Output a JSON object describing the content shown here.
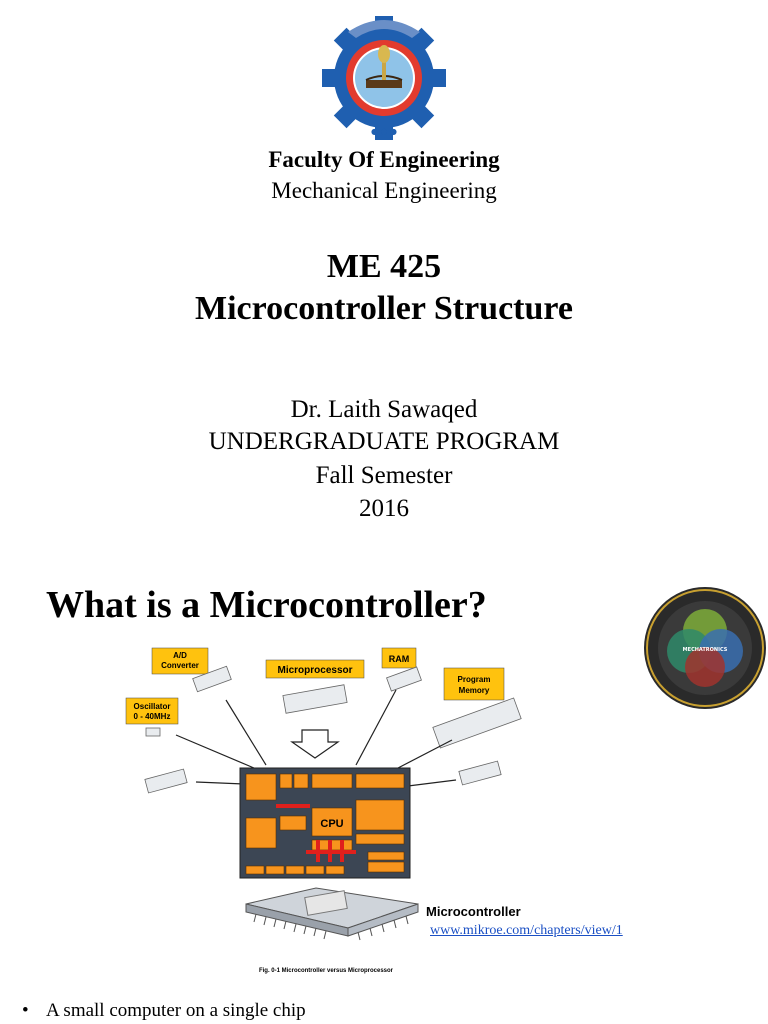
{
  "header": {
    "faculty": "Faculty Of Engineering",
    "department": "Mechanical Engineering"
  },
  "course": {
    "code": "ME 425",
    "title": "Microcontroller Structure"
  },
  "info": {
    "instructor": "Dr. Laith Sawaqed",
    "program": "UNDERGRADUATE PROGRAM",
    "semester": "Fall Semester",
    "year": "2016"
  },
  "slide": {
    "title": "What is a Microcontroller?",
    "source_link": "www.mikroe.com/chapters/view/1",
    "bullets": [
      "A small computer on a single chip"
    ]
  },
  "diagram": {
    "labels": {
      "ad": [
        "A/D",
        "Converter"
      ],
      "oscillator": [
        "Oscillator",
        "0 - 40MHz"
      ],
      "microprocessor": "Microprocessor",
      "ram": "RAM",
      "program_memory": [
        "Program",
        "Memory"
      ],
      "cpu": "CPU",
      "microcontroller": "Microcontroller",
      "caption": "Fig. 0-1 Microcontroller versus Microprocessor"
    }
  },
  "mechatronics": {
    "center": "MECHATRONICS"
  },
  "colors": {
    "orange": "#f7941d",
    "label_yellow": "#ffc20e",
    "link": "#1a4fc4",
    "chip_dark": "#3c4654"
  }
}
